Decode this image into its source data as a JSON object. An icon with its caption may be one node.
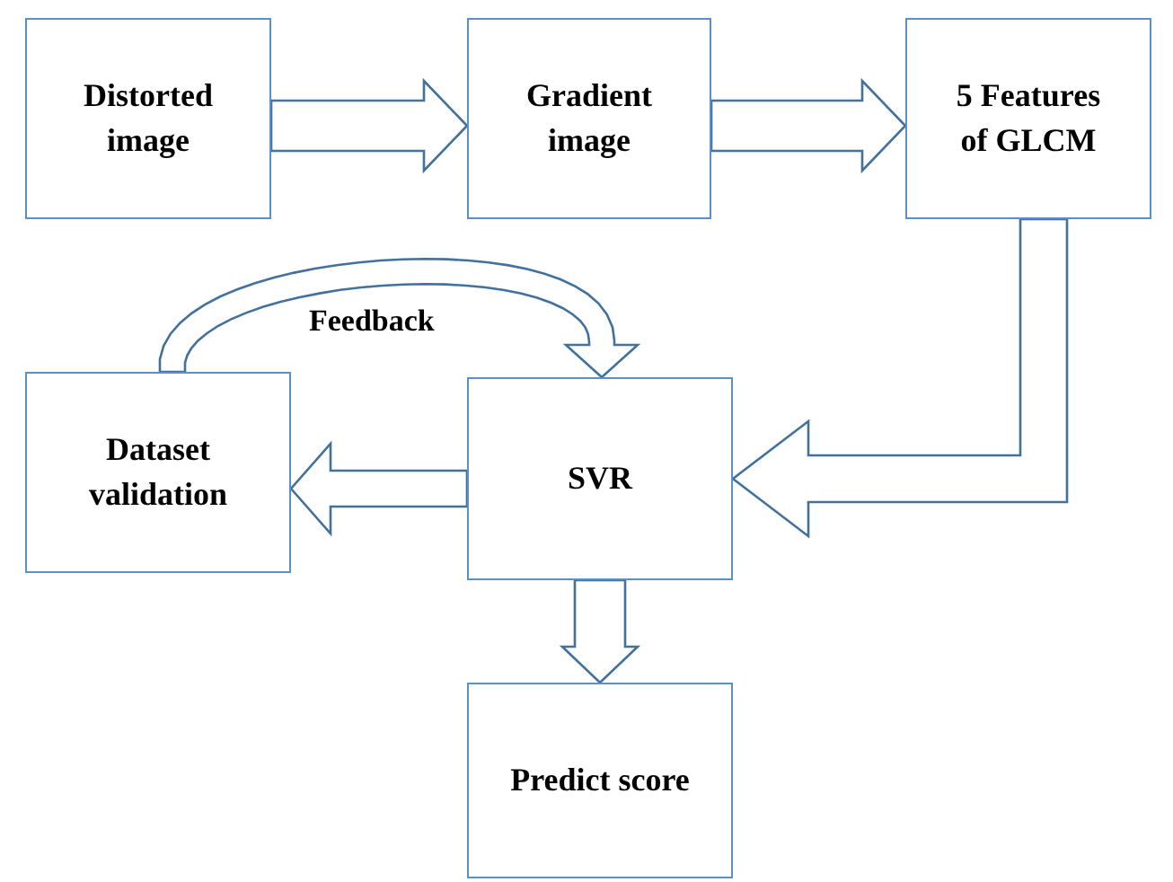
{
  "diagram": {
    "nodes": [
      {
        "text": [
          "Distorted image"
        ]
      },
      {
        "text": [
          "Gradient image"
        ]
      },
      {
        "text": [
          "5 Features of GLCM"
        ]
      },
      {
        "text": [
          "Dataset validation"
        ]
      },
      {
        "text": [
          "SVR"
        ]
      },
      {
        "text": [
          "Predict score"
        ]
      }
    ],
    "edges": [
      {
        "from": 0,
        "to": 1,
        "arrow": "to"
      },
      {
        "from": 1,
        "to": 2,
        "arrow": "to"
      },
      {
        "from": 2,
        "to": 4,
        "arrow": "to"
      },
      {
        "from": 4,
        "to": 3,
        "arrow": "to"
      },
      {
        "from": 4,
        "to": 5,
        "arrow": "to"
      },
      {
        "from": 3,
        "to": 4,
        "arrow": "to",
        "label": "Feedback"
      }
    ]
  }
}
